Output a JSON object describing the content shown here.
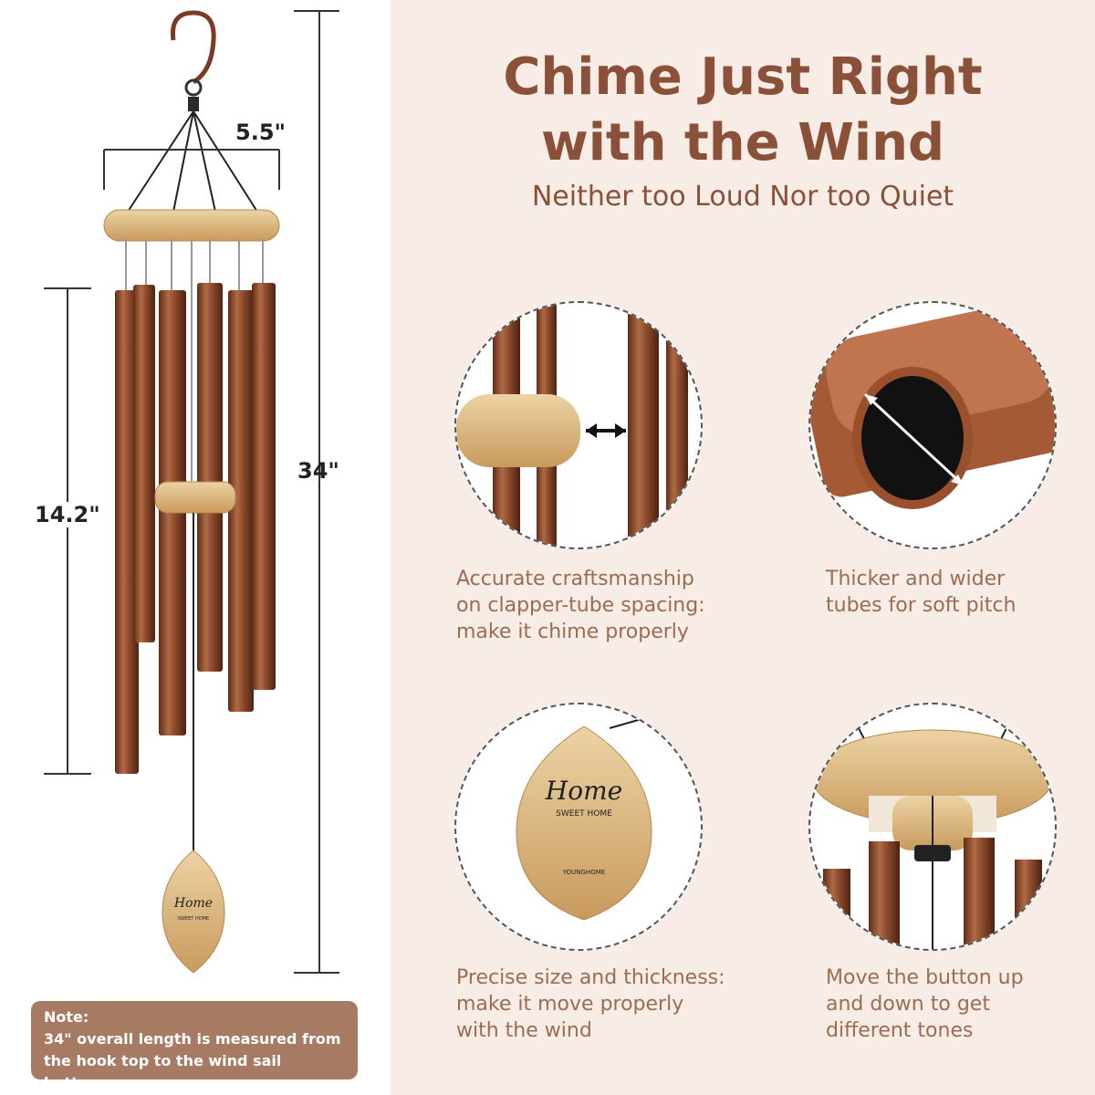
{
  "headline": {
    "line1": "Chime Just Right",
    "line2": "with the Wind",
    "subtitle": "Neither too Loud Nor too Quiet"
  },
  "dimensions": {
    "width": "5.5\"",
    "overall": "34\"",
    "tube": "14.2\""
  },
  "note": {
    "label": "Note:",
    "line1": "34\" overall length is measured from",
    "line2": "the hook top to the wind sail bottom"
  },
  "sail_logo": {
    "script": "Home",
    "small": "SWEET HOME",
    "brand": "YOUNGHOME"
  },
  "features": [
    {
      "line1": "Accurate craftsmanship",
      "line2": "on clapper-tube spacing:",
      "line3": "make it chime properly"
    },
    {
      "line1": "Thicker and wider",
      "line2": "tubes for soft pitch",
      "line3": ""
    },
    {
      "line1": "Precise size and thickness:",
      "line2": "make it move properly",
      "line3": "with the wind"
    },
    {
      "line1": "Move the button up",
      "line2": "and down to get",
      "line3": "different tones"
    }
  ],
  "colors": {
    "copper": "#8b4a2c",
    "wood": "#d9b47e",
    "accent_text": "#8a5038",
    "caption_text": "#9b6b52",
    "panel_bg": "#f7ede6",
    "note_bg": "#a77a63"
  }
}
